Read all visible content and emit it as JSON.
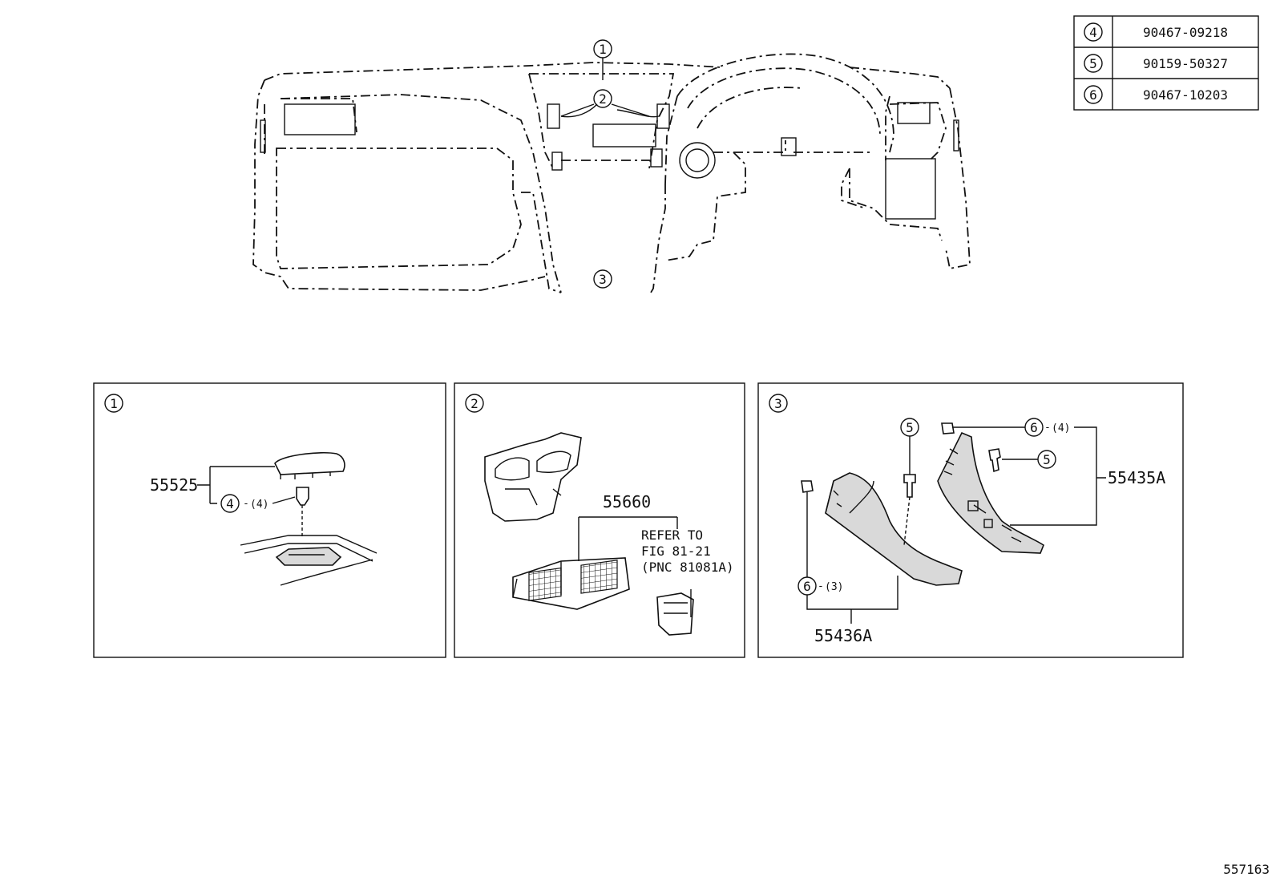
{
  "parts_table": [
    {
      "ref": "4",
      "part_no": "90467-09218"
    },
    {
      "ref": "5",
      "part_no": "90159-50327"
    },
    {
      "ref": "6",
      "part_no": "90467-10203"
    }
  ],
  "overview": {
    "callout_1": "1",
    "callout_2": "2",
    "callout_3": "3"
  },
  "panel_1": {
    "index": "1",
    "part_label": "55525",
    "fastener_ref": "4",
    "fastener_qty": "(4)"
  },
  "panel_2": {
    "index": "2",
    "part_label": "55660",
    "refer_line_1": "REFER TO",
    "refer_line_2": "FIG 81-21",
    "refer_line_3": "(PNC 81081A)"
  },
  "panel_3": {
    "index": "3",
    "part_label_right": "55435A",
    "part_label_left": "55436A",
    "ref_5_top": "5",
    "ref_5_right": "5",
    "ref_6_top": "6",
    "ref_6_top_qty": "(4)",
    "ref_6_left": "6",
    "ref_6_left_qty": "(3)"
  },
  "figure_number": "557163"
}
